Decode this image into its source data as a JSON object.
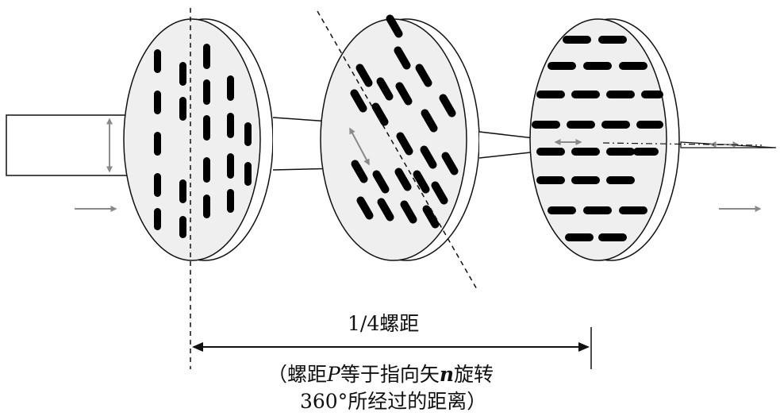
{
  "labels": {
    "quarter_pitch": "1/4螺距",
    "note_line1_a": "（螺距",
    "note_line1_P": "P",
    "note_line1_b": "等于指向矢",
    "note_line1_n": "n",
    "note_line1_c": "旋转",
    "note_line2": "360°所经过的距离）"
  },
  "colors": {
    "outline": "#111111",
    "disc_face": "#efefef",
    "disc_rim": "#ffffff",
    "molecule": "#000000",
    "arrow_gray": "#8a8a8a"
  }
}
